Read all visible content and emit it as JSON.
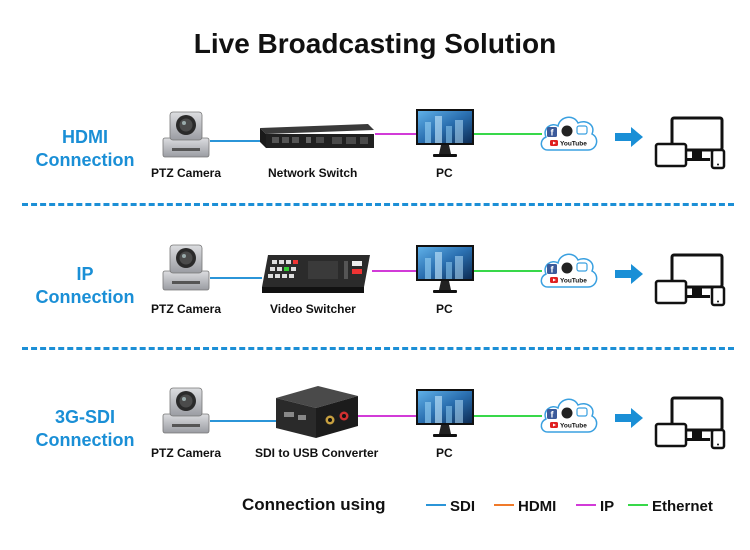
{
  "title": "Live Broadcasting Solution",
  "colors": {
    "sdi": "#2b95d8",
    "hdmi": "#f07a2a",
    "ip": "#d23bd8",
    "ethernet": "#38d84a",
    "accent": "#1a8fd6"
  },
  "rows": [
    {
      "label_line1": "HDMI",
      "label_line2": "Connection",
      "camera_caption": "PTZ Camera",
      "device_caption": "Network Switch",
      "pc_caption": "PC",
      "device_icon": "network-switch-icon"
    },
    {
      "label_line1": "IP",
      "label_line2": "Connection",
      "camera_caption": "PTZ Camera",
      "device_caption": "Video Switcher",
      "pc_caption": "PC",
      "device_icon": "video-switcher-icon"
    },
    {
      "label_line1": "3G-SDI",
      "label_line2": "Connection",
      "camera_caption": "PTZ Camera",
      "device_caption": "SDI to USB Converter",
      "pc_caption": "PC",
      "device_icon": "sdi-usb-converter-icon"
    }
  ],
  "cloud_label": "YouTube",
  "legend": {
    "title": "Connection using",
    "items": [
      "SDI",
      "HDMI",
      "IP",
      "Ethernet"
    ]
  }
}
